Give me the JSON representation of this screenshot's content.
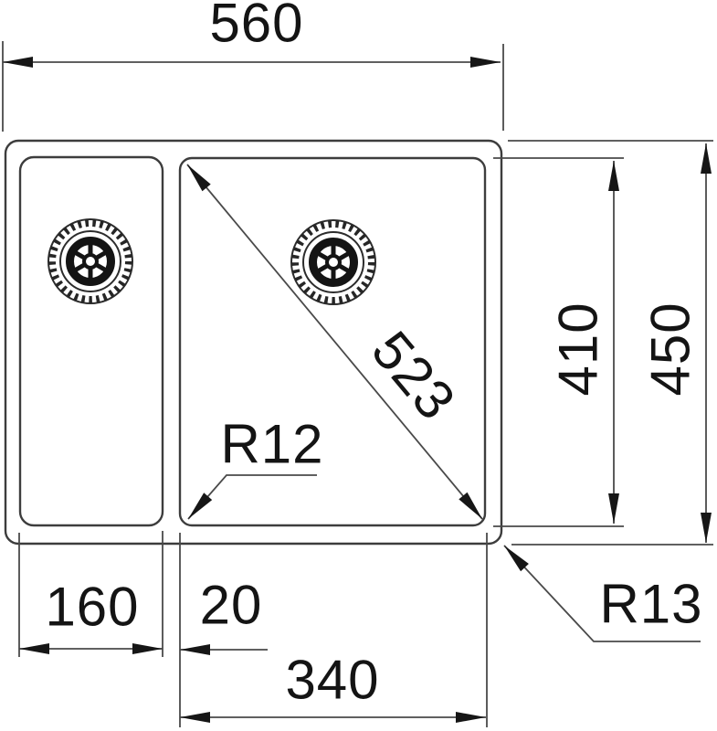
{
  "drawing": {
    "subject": "sink-dimension-drawing",
    "labels": {
      "overall_width": "560",
      "overall_depth": "450",
      "bowl_depth": "410",
      "left_bowl_width": "160",
      "divider_width": "20",
      "right_bowl_width": "340",
      "bowl_diagonal": "523",
      "inner_corner_radius": "R12",
      "outer_corner_radius": "R13"
    },
    "colors": {
      "background": "#ffffff",
      "line": "#4a4a4a",
      "outline": "#3d3d3d",
      "text": "#141414",
      "arrow": "#161616"
    }
  }
}
